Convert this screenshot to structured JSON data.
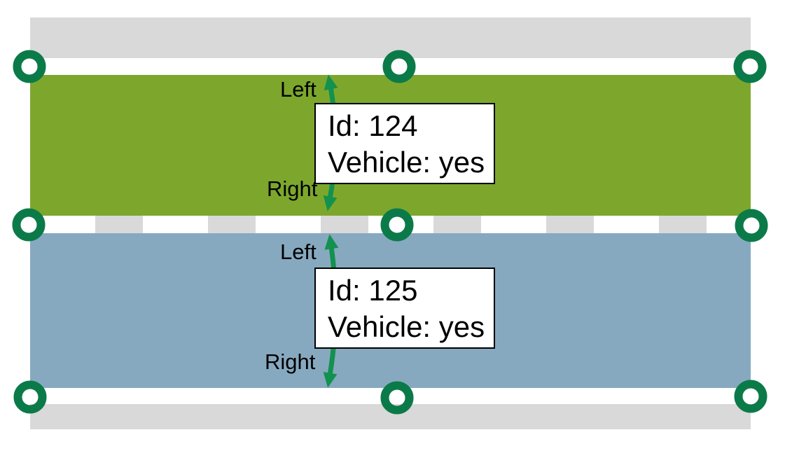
{
  "colors": {
    "canvas-bg": "#ffffff",
    "road-gray": "#d9d9d9",
    "lane-124-green": "#7da72c",
    "lane-125-blue": "#87a9c0",
    "boundary-white": "#ffffff",
    "node-green": "#0b7a49",
    "arrow-green": "#13914f",
    "label-black": "#000000",
    "info-box-bg": "#ffffff",
    "info-box-border": "#000000"
  },
  "lanes": [
    {
      "id": "124",
      "color": "#7da72c",
      "vehicle": "yes",
      "info_lines": [
        "Id: 124",
        "Vehicle: yes"
      ],
      "left_boundary_label": "Left",
      "right_boundary_label": "Right"
    },
    {
      "id": "125",
      "color": "#87a9c0",
      "vehicle": "yes",
      "info_lines": [
        "Id: 125",
        "Vehicle: yes"
      ],
      "left_boundary_label": "Left",
      "right_boundary_label": "Right"
    }
  ]
}
